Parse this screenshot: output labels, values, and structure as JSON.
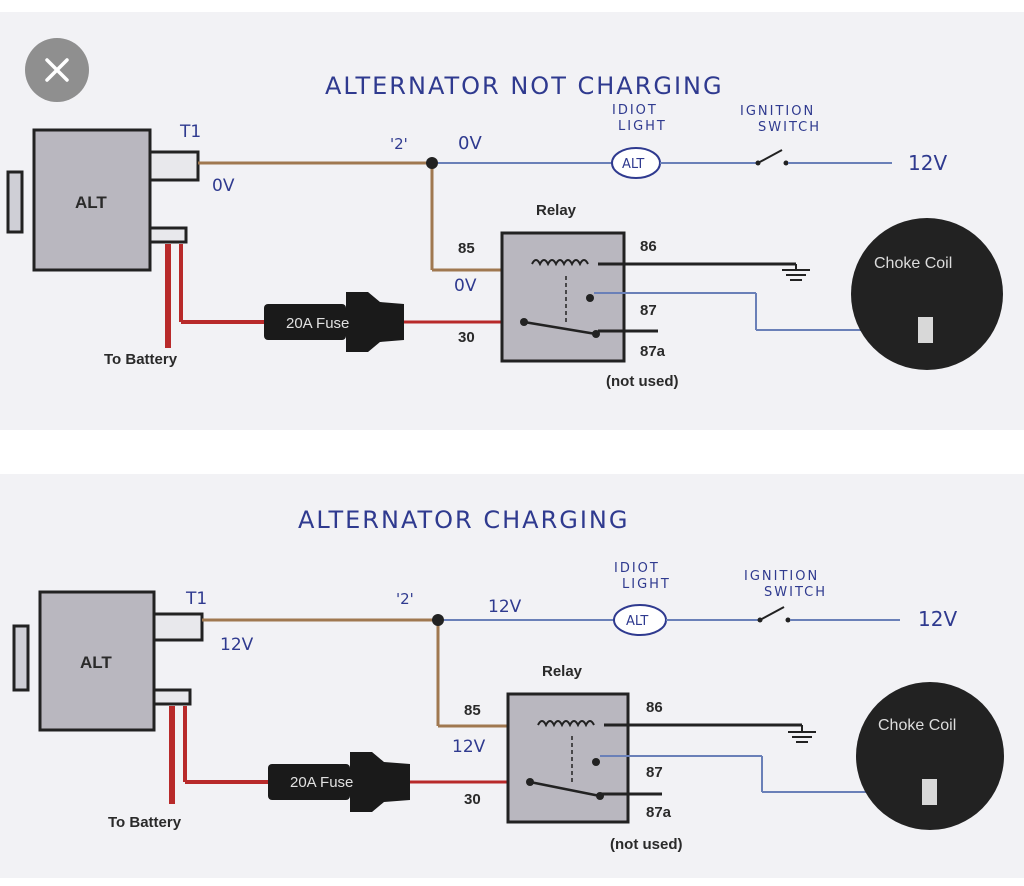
{
  "close_button": {
    "icon": "close-icon",
    "color": "#8f8f8f"
  },
  "diagrams": [
    {
      "title": "ALTERNATOR  NOT  CHARGING",
      "alt_label": "ALT",
      "t1_label": "T1",
      "t1_voltage": "0V",
      "node_label": "'2'",
      "line_voltage": "0V",
      "idiot_light_label_1": "IDIOT",
      "idiot_light_label_2": "LIGHT",
      "idiot_light_text": "ALT",
      "ignition_label_1": "IGNITION",
      "ignition_label_2": "SWITCH",
      "supply_voltage": "12V",
      "relay_label": "Relay",
      "pin_85": "85",
      "pin_86": "86",
      "pin_87": "87",
      "pin_87a": "87a",
      "pin_30": "30",
      "not_used": "(not used)",
      "relay_coil_voltage": "0V",
      "fuse_label": "20A Fuse",
      "battery_label": "To Battery",
      "choke_label": "Choke Coil"
    },
    {
      "title": "ALTERNATOR  CHARGING",
      "alt_label": "ALT",
      "t1_label": "T1",
      "t1_voltage": "12V",
      "node_label": "'2'",
      "line_voltage": "12V",
      "idiot_light_label_1": "IDIOT",
      "idiot_light_label_2": "LIGHT",
      "idiot_light_text": "ALT",
      "ignition_label_1": "IGNITION",
      "ignition_label_2": "SWITCH",
      "supply_voltage": "12V",
      "relay_label": "Relay",
      "pin_85": "85",
      "pin_86": "86",
      "pin_87": "87",
      "pin_87a": "87a",
      "pin_30": "30",
      "not_used": "(not used)",
      "relay_coil_voltage": "12V",
      "fuse_label": "20A Fuse",
      "battery_label": "To Battery",
      "choke_label": "Choke Coil"
    }
  ],
  "colors": {
    "wire_brown": "#a07850",
    "wire_blue": "#6a80b8",
    "wire_red": "#b82a2a",
    "wire_black": "#222222",
    "handwriting": "#2f3a8f",
    "alt_box": "#b9b7bf",
    "relay_box": "#b9b7bf",
    "choke_coil": "#222222"
  }
}
